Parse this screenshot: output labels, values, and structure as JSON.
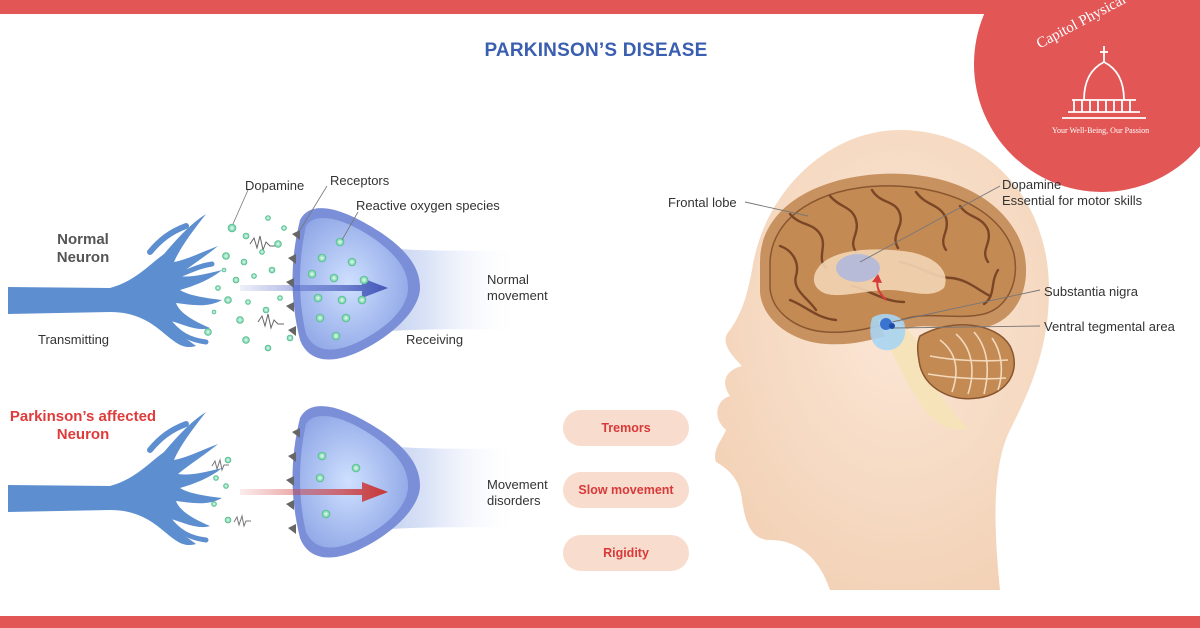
{
  "title": "PARKINSON’S DISEASE",
  "colors": {
    "accent_red": "#e25656",
    "title_blue": "#3a5fb0",
    "neuron_blue": "#5d8fd0",
    "pill_bg": "#f8dccd"
  },
  "logo": {
    "name": "Capitol Physical Therapy",
    "tagline": "Your Well-Being, Our Passion"
  },
  "normal_neuron": {
    "label_line1": "Normal",
    "label_line2": "Neuron",
    "transmitting": "Transmitting",
    "receiving": "Receiving",
    "dopamine": "Dopamine",
    "receptors": "Receptors",
    "ros": "Reactive oxygen species",
    "outcome_line1": "Normal",
    "outcome_line2": "movement"
  },
  "affected_neuron": {
    "label_line1": "Parkinson’s affected",
    "label_line2": "Neuron",
    "outcome_line1": "Movement",
    "outcome_line2": "disorders"
  },
  "symptoms": [
    "Tremors",
    "Slow movement",
    "Rigidity"
  ],
  "brain": {
    "frontal_lobe": "Frontal lobe",
    "dopamine_line1": "Dopamine",
    "dopamine_line2": "Essential for motor skills",
    "substantia_nigra": "Substantia nigra",
    "ventral_tegmental": "Ventral tegmental area"
  }
}
